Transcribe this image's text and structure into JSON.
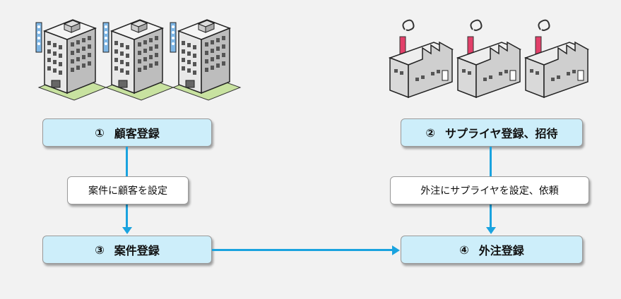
{
  "steps": {
    "customer": {
      "num": "①",
      "label": "顧客登録"
    },
    "supplier": {
      "num": "②",
      "label": "サプライヤ登録、招待"
    },
    "project": {
      "num": "③",
      "label": "案件登録"
    },
    "order": {
      "num": "④",
      "label": "外注登録"
    }
  },
  "connectors": {
    "left_label": "案件に顧客を設定",
    "right_label": "外注にサプライヤを設定、依頼"
  },
  "illustrations": {
    "left": "office-buildings",
    "right": "factories"
  },
  "colors": {
    "step_fill": "#cdeefa",
    "arrow": "#1aa3df",
    "background": "#f2f2f2"
  }
}
